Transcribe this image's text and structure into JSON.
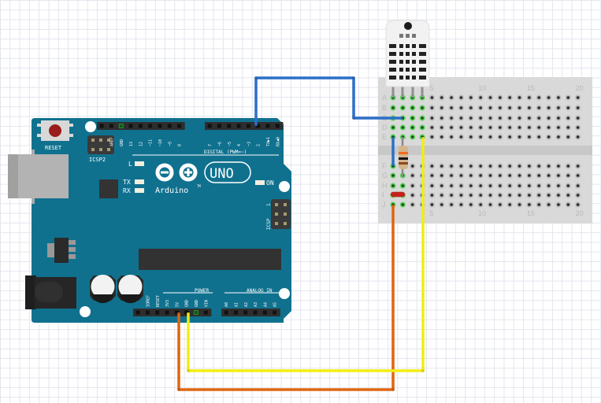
{
  "board": {
    "name": "Arduino UNO",
    "logo_text": "Arduino",
    "logo_tm": "TM",
    "model_label": "UNO",
    "reset_label": "RESET",
    "icsp2_label": "ICSP2",
    "icsp_label": "ICSP",
    "icsp_pin1": "1",
    "led_labels": {
      "L": "L",
      "TX": "TX",
      "RX": "RX",
      "ON": "ON"
    },
    "digital_label": "DIGITAL (PWM=~)",
    "power_label": "POWER",
    "analog_label": "ANALOG IN",
    "top_header_left": [
      "",
      "AREF",
      "GND",
      "13",
      "12",
      "~11",
      "~10",
      "~9",
      "8"
    ],
    "top_header_right": [
      "7",
      "~6",
      "~5",
      "4",
      "~3",
      "2",
      "TX▶1",
      "RX◀0"
    ],
    "power_pins": [
      "",
      "IOREF",
      "RESET",
      "3V3",
      "5V",
      "GND",
      "GND",
      "VIN"
    ],
    "analog_pins": [
      "A0",
      "A1",
      "A2",
      "A3",
      "A4",
      "A5"
    ],
    "board_color": "#10718f"
  },
  "breadboard": {
    "rows_top": [
      "A",
      "B",
      "C",
      "D",
      "E"
    ],
    "rows_bottom": [
      "F",
      "G",
      "H",
      "I",
      "J"
    ],
    "column_labels": [
      "5",
      "10",
      "15",
      "20"
    ],
    "columns": 20
  },
  "sensor": {
    "name": "DHT22 temperature/humidity sensor",
    "pins": 4
  },
  "resistor": {
    "name": "pull-up resistor",
    "bands": [
      "orange",
      "black",
      "brown"
    ]
  },
  "wires": [
    {
      "name": "data-wire",
      "from": "Arduino D2",
      "to": "Breadboard C2",
      "color": "#2c6fc7"
    },
    {
      "name": "vcc-wire",
      "from": "Arduino 5V",
      "to": "Breadboard J1",
      "color": "#e0650f"
    },
    {
      "name": "gnd-wire",
      "from": "Arduino GND",
      "to": "Breadboard E4",
      "color": "#f2ee0f"
    },
    {
      "name": "jumper-e1-f1",
      "from": "Breadboard E1",
      "to": "Breadboard F1",
      "color": "#2c6fc7"
    },
    {
      "name": "jumper-i1-i2",
      "from": "Breadboard I1",
      "to": "Breadboard I2",
      "color": "#c8201c"
    }
  ]
}
